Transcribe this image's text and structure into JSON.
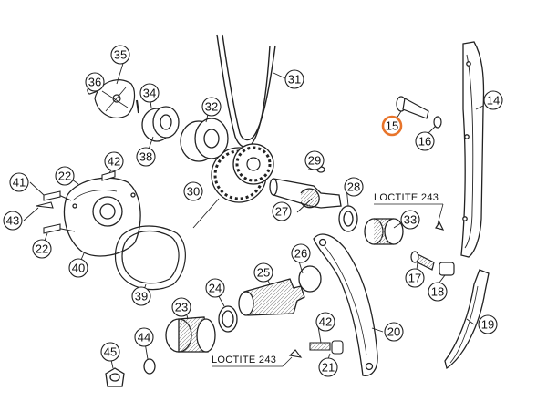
{
  "diagram": {
    "highlight_color": "#e8742a",
    "line_color": "#111111",
    "callouts": [
      {
        "id": "c14",
        "label": "14"
      },
      {
        "id": "c15",
        "label": "15",
        "highlighted": true
      },
      {
        "id": "c16",
        "label": "16"
      },
      {
        "id": "c17",
        "label": "17"
      },
      {
        "id": "c18",
        "label": "18"
      },
      {
        "id": "c19",
        "label": "19"
      },
      {
        "id": "c20",
        "label": "20"
      },
      {
        "id": "c21",
        "label": "21"
      },
      {
        "id": "c22a",
        "label": "22"
      },
      {
        "id": "c22b",
        "label": "22"
      },
      {
        "id": "c23",
        "label": "23"
      },
      {
        "id": "c24",
        "label": "24"
      },
      {
        "id": "c25",
        "label": "25"
      },
      {
        "id": "c26",
        "label": "26"
      },
      {
        "id": "c27",
        "label": "27"
      },
      {
        "id": "c28",
        "label": "28"
      },
      {
        "id": "c29",
        "label": "29"
      },
      {
        "id": "c30",
        "label": "30"
      },
      {
        "id": "c31",
        "label": "31"
      },
      {
        "id": "c32",
        "label": "32"
      },
      {
        "id": "c33",
        "label": "33"
      },
      {
        "id": "c34",
        "label": "34"
      },
      {
        "id": "c35",
        "label": "35"
      },
      {
        "id": "c36",
        "label": "36"
      },
      {
        "id": "c38",
        "label": "38"
      },
      {
        "id": "c39",
        "label": "39"
      },
      {
        "id": "c40",
        "label": "40"
      },
      {
        "id": "c41",
        "label": "41"
      },
      {
        "id": "c42a",
        "label": "42"
      },
      {
        "id": "c42b",
        "label": "42"
      },
      {
        "id": "c43",
        "label": "43"
      },
      {
        "id": "c44",
        "label": "44"
      },
      {
        "id": "c45",
        "label": "45"
      }
    ],
    "notes": {
      "loctite_top": "LOCTITE 243",
      "loctite_bottom": "LOCTITE 243"
    }
  }
}
